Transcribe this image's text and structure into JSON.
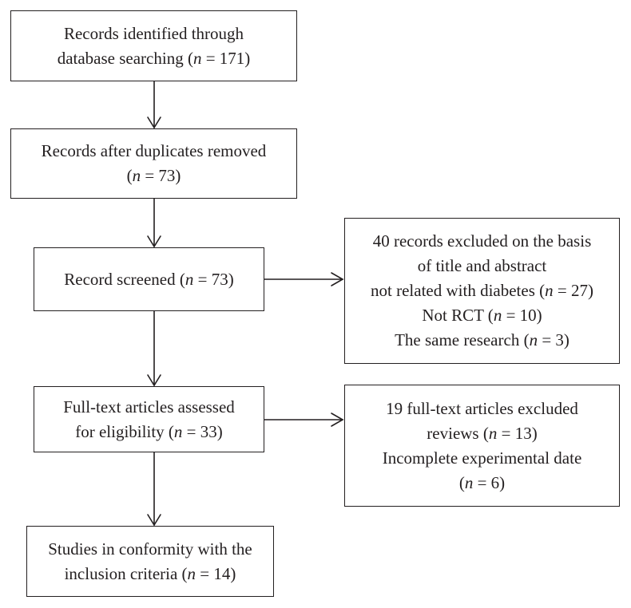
{
  "diagram": {
    "boxes": {
      "identified": {
        "line1": "Records identified through",
        "line2_prefix": "database searching (",
        "n_label": "n",
        "line2_suffix": " = 171)"
      },
      "duplicates": {
        "line1": "Records after duplicates removed",
        "line2_prefix": "(",
        "n_label": "n",
        "line2_suffix": " = 73)"
      },
      "screened": {
        "line1_prefix": "Record screened (",
        "n_label": "n",
        "line1_suffix": " = 73)"
      },
      "fulltext": {
        "line1": "Full-text articles assessed",
        "line2_prefix": "for eligibility (",
        "n_label": "n",
        "line2_suffix": " = 33)"
      },
      "included": {
        "line1": "Studies in conformity with the",
        "line2_prefix": "inclusion criteria (",
        "n_label": "n",
        "line2_suffix": " = 14)"
      },
      "excluded_title_abstract": {
        "line1": "40 records excluded on the basis",
        "line2": "of title and abstract",
        "line3_prefix": "not related with diabetes (",
        "line3_n_label": "n",
        "line3_suffix": " = 27)",
        "line4_prefix": "Not RCT (",
        "line4_n_label": "n",
        "line4_suffix": " = 10)",
        "line5_prefix": "The same research (",
        "line5_n_label": "n",
        "line5_suffix": " = 3)"
      },
      "excluded_fulltext": {
        "line1": "19 full-text articles excluded",
        "line2_prefix": "reviews (",
        "line2_n_label": "n",
        "line2_suffix": " = 13)",
        "line3": "Incomplete experimental date",
        "line4_prefix": "(",
        "line4_n_label": "n",
        "line4_suffix": " = 6)"
      }
    }
  }
}
